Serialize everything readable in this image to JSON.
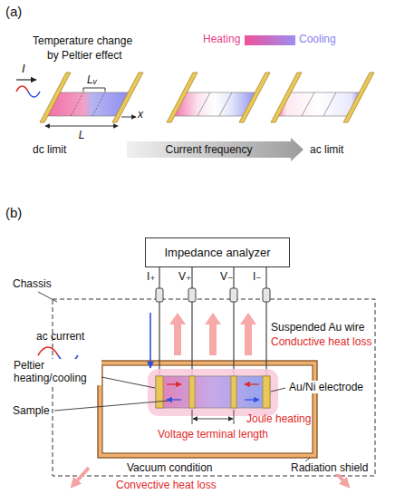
{
  "diagram": {
    "nodes": [
      {
        "text": [
          "Current frequency"
        ]
      },
      {
        "text": [
          "Impedance analyzer"
        ]
      }
    ],
    "labels": [
      "(a)",
      "Temperature change",
      "by Peltier effect",
      "Heating",
      "Cooling",
      "I",
      "Lᵥ",
      "L",
      "x",
      "dc limit",
      "ac limit",
      "(b)",
      "I₊",
      "V₊",
      "V₋",
      "I₋",
      "Chassis",
      "ac current",
      "Suspended Au wire",
      "Conductive heat loss",
      "Peltier heating/cooling",
      "Au/Ni electrode",
      "Sample",
      "Joule heating",
      "Voltage terminal length",
      "Radiation shield",
      "Vacuum condition",
      "Convective heat loss"
    ]
  }
}
